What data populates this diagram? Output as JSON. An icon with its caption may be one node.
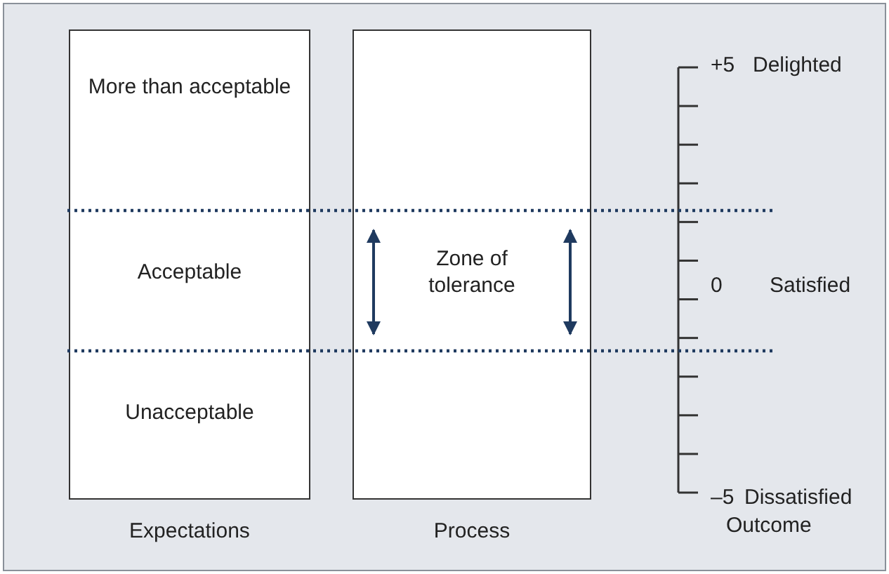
{
  "diagram": {
    "nodes": [
      {
        "text": [
          "More than acceptable",
          "Acceptable",
          "Unacceptable"
        ],
        "beside": [
          "Expectations"
        ]
      },
      {
        "text": [
          "Zone of tolerance"
        ],
        "beside": [
          "Process"
        ]
      }
    ],
    "labels": [
      "+5",
      "Delighted",
      "0",
      "Satisfied",
      "–5",
      "Dissatisfied",
      "Outcome"
    ]
  }
}
